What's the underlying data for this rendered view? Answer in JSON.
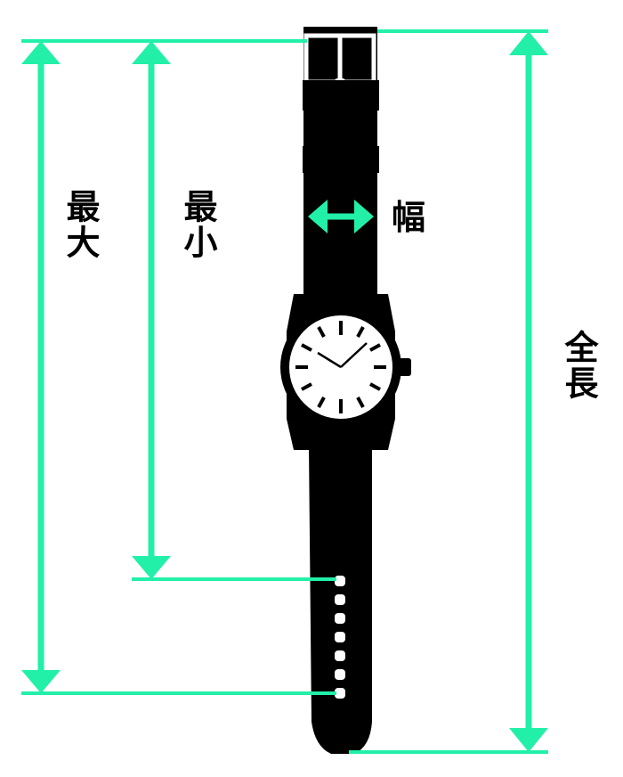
{
  "labels": {
    "max": "最大",
    "min": "最小",
    "width": "幅",
    "total_length": "全長"
  },
  "colors": {
    "arrow": "#22f0a8",
    "strap": "#000000",
    "background": "#ffffff"
  }
}
